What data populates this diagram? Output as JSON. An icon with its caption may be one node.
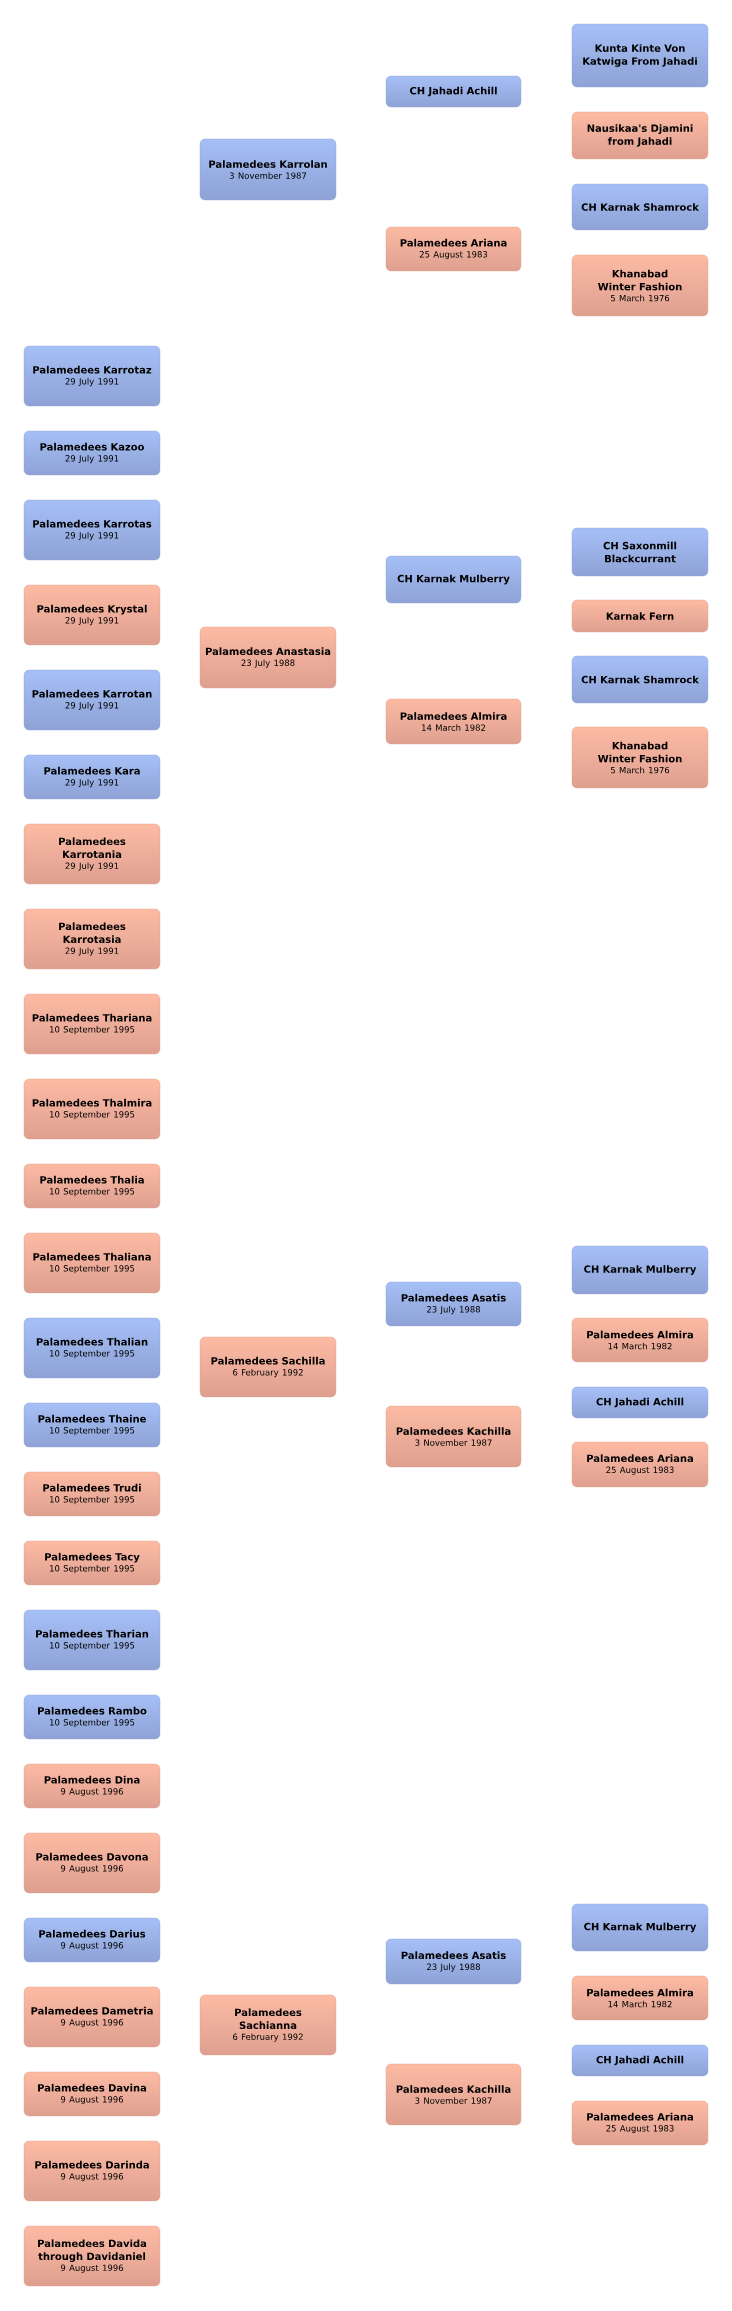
{
  "diagram": {
    "nodes": [
      {
        "text": [
          "Palamedees Karrotaz",
          "29 July 1991"
        ]
      },
      {
        "text": [
          "Palamedees Kazoo",
          "29 July 1991"
        ]
      },
      {
        "text": [
          "Palamedees Karrotas",
          "29 July 1991"
        ]
      },
      {
        "text": [
          "Palamedees Krystal",
          "29 July 1991"
        ]
      },
      {
        "text": [
          "Palamedees Karrotan",
          "29 July 1991"
        ]
      },
      {
        "text": [
          "Palamedees Kara",
          "29 July 1991"
        ]
      },
      {
        "text": [
          "Palamedees Karrotania",
          "29 July 1991"
        ]
      },
      {
        "text": [
          "Palamedees Karrotasia",
          "29 July 1991"
        ]
      },
      {
        "text": [
          "Palamedees Thariana",
          "10 September 1995"
        ]
      },
      {
        "text": [
          "Palamedees Thalmira",
          "10 September 1995"
        ]
      },
      {
        "text": [
          "Palamedees Thalia",
          "10 September 1995"
        ]
      },
      {
        "text": [
          "Palamedees Thaliana",
          "10 September 1995"
        ]
      },
      {
        "text": [
          "Palamedees Thalian",
          "10 September 1995"
        ]
      },
      {
        "text": [
          "Palamedees Thaine",
          "10 September 1995"
        ]
      },
      {
        "text": [
          "Palamedees Trudi",
          "10 September 1995"
        ]
      },
      {
        "text": [
          "Palamedees Tacy",
          "10 September 1995"
        ]
      },
      {
        "text": [
          "Palamedees Tharian",
          "10 September 1995"
        ]
      },
      {
        "text": [
          "Palamedees Rambo",
          "10 September 1995"
        ]
      },
      {
        "text": [
          "Palamedees Dina",
          "9 August 1996"
        ]
      },
      {
        "text": [
          "Palamedees Davona",
          "9 August 1996"
        ]
      },
      {
        "text": [
          "Palamedees Darius",
          "9 August 1996"
        ]
      },
      {
        "text": [
          "Palamedees Dametria",
          "9 August 1996"
        ]
      },
      {
        "text": [
          "Palamedees Davina",
          "9 August 1996"
        ]
      },
      {
        "text": [
          "Palamedees Darinda",
          "9 August 1996"
        ]
      },
      {
        "text": [
          "Palamedees Davida through Davidaniel",
          "9 August 1996"
        ]
      },
      {
        "text": [
          "Palamedees Karrolan",
          "3 November 1987"
        ]
      },
      {
        "text": [
          "Palamedees Anastasia",
          "23 July 1988"
        ]
      },
      {
        "text": [
          "Palamedees Sachilla",
          "6 February 1992"
        ]
      },
      {
        "text": [
          "Palamedees Sachianna",
          "6 February 1992"
        ]
      },
      {
        "text": [
          "CH Jahadi Achill"
        ]
      },
      {
        "text": [
          "Palamedees Ariana",
          "25 August 1983"
        ]
      },
      {
        "text": [
          "CH Karnak Mulberry"
        ]
      },
      {
        "text": [
          "Palamedees Almira",
          "14 March 1982"
        ]
      },
      {
        "text": [
          "Palamedees Asatis",
          "23 July 1988"
        ]
      },
      {
        "text": [
          "Palamedees Kachilla",
          "3 November 1987"
        ]
      },
      {
        "text": [
          "Palamedees Asatis",
          "23 July 1988"
        ]
      },
      {
        "text": [
          "Palamedees Kachilla",
          "3 November 1987"
        ]
      },
      {
        "text": [
          "Kunta Kinte Von Katwiga From Jahadi"
        ]
      },
      {
        "text": [
          "Nausikaa's Djamini from Jahadi"
        ]
      },
      {
        "text": [
          "CH Karnak Shamrock"
        ]
      },
      {
        "text": [
          "Khanabad Winter Fashion",
          "5 March 1976"
        ]
      },
      {
        "text": [
          "CH Saxonmill Blackcurrant"
        ]
      },
      {
        "text": [
          "Karnak Fern"
        ]
      },
      {
        "text": [
          "CH Karnak Shamrock"
        ]
      },
      {
        "text": [
          "Khanabad Winter Fashion",
          "5 March 1976"
        ]
      },
      {
        "text": [
          "CH Karnak Mulberry"
        ]
      },
      {
        "text": [
          "Palamedees Almira",
          "14 March 1982"
        ]
      },
      {
        "text": [
          "CH Jahadi Achill"
        ]
      },
      {
        "text": [
          "Palamedees Ariana",
          "25 August 1983"
        ]
      },
      {
        "text": [
          "CH Karnak Mulberry"
        ]
      },
      {
        "text": [
          "Palamedees Almira",
          "14 March 1982"
        ]
      },
      {
        "text": [
          "CH Jahadi Achill"
        ]
      },
      {
        "text": [
          "Palamedees Ariana",
          "25 August 1983"
        ]
      }
    ]
  }
}
